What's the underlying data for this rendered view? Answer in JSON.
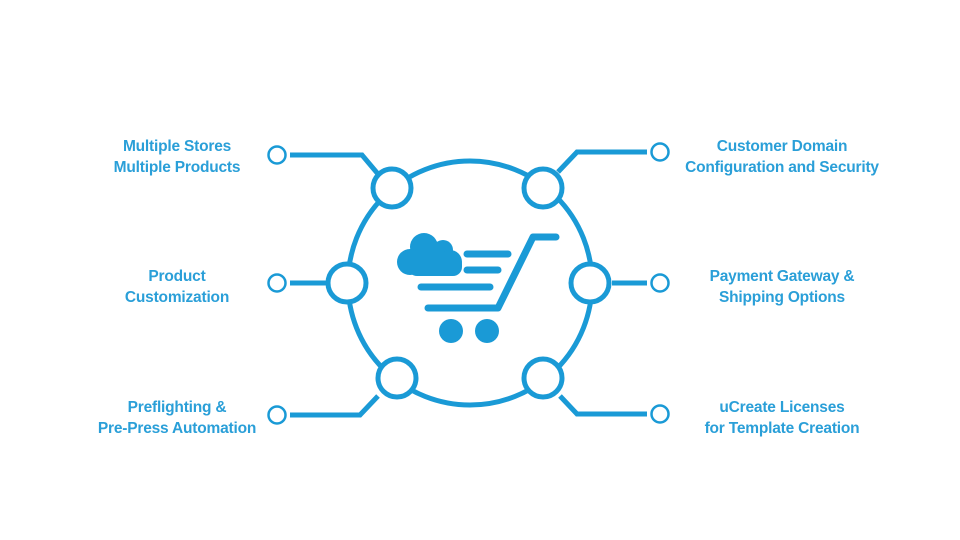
{
  "colors": {
    "accent": "#1a9ad6",
    "text": "#2a9fd8"
  },
  "features": {
    "left": [
      {
        "line1": "Multiple Stores",
        "line2": "Multiple Products"
      },
      {
        "line1": "Product",
        "line2": "Customization"
      },
      {
        "line1": "Preflighting &",
        "line2": "Pre-Press Automation"
      }
    ],
    "right": [
      {
        "line1": "Customer Domain",
        "line2": "Configuration and Security"
      },
      {
        "line1": "Payment Gateway &",
        "line2": "Shipping Options"
      },
      {
        "line1": "uCreate Licenses",
        "line2": "for Template Creation"
      }
    ]
  },
  "center_icon": "cloud-shopping-cart-icon"
}
